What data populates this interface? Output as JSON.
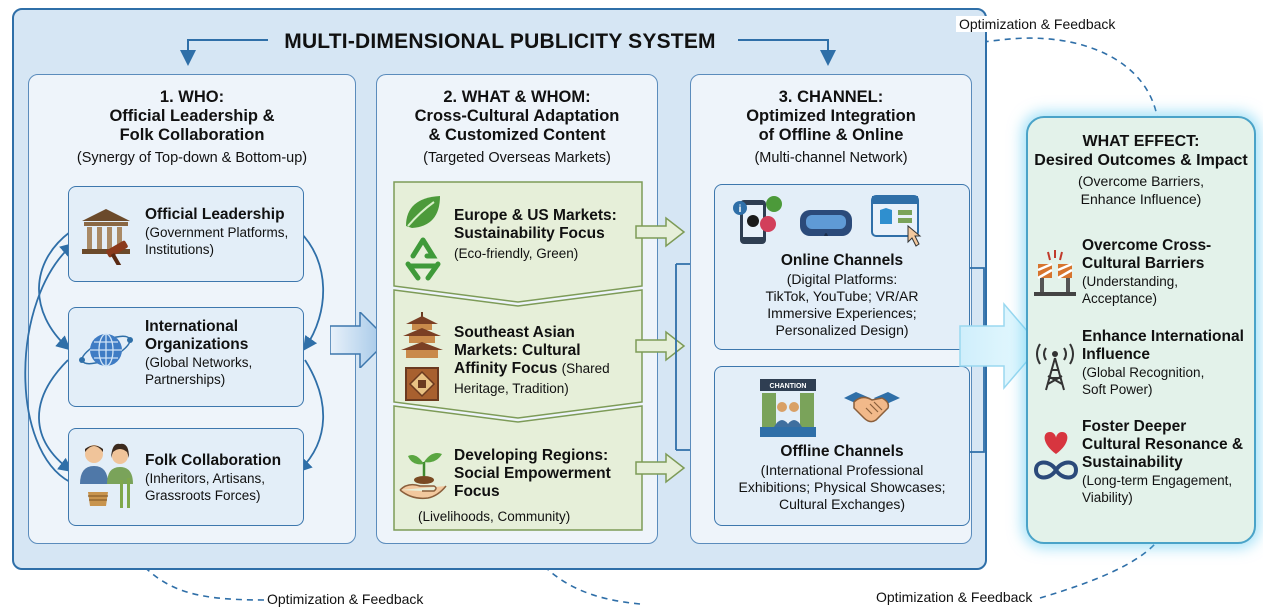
{
  "title": "MULTI-DIMENSIONAL PUBLICITY SYSTEM",
  "feedback_label": "Optimization & Feedback",
  "who": {
    "heading": [
      "1. WHO:",
      "Official Leadership &",
      "Folk Collaboration"
    ],
    "subtitle": "(Synergy of Top-down & Bottom-up)",
    "cards": [
      {
        "title": "Official Leadership",
        "text": [
          "(Government Platforms,",
          "Institutions)"
        ],
        "icon": "courthouse-gavel-icon"
      },
      {
        "title": "International Organizations",
        "title_lines": [
          "International",
          "Organizations"
        ],
        "text": [
          "(Global Networks,",
          "Partnerships)"
        ],
        "icon": "globe-network-icon"
      },
      {
        "title": "Folk Collaboration",
        "text": [
          "(Inheritors, Artisans,",
          "Grassroots Forces)"
        ],
        "icon": "artisans-icon"
      }
    ]
  },
  "what": {
    "heading": [
      "2. WHAT & WHOM:",
      "Cross-Cultural Adaptation",
      "& Customized Content"
    ],
    "subtitle": "(Targeted Overseas Markets)",
    "markets": [
      {
        "lines": [
          "Europe & US Markets:",
          "Sustainability Focus"
        ],
        "detail": "(Eco-friendly, Green)",
        "icon": "leaf-recycle-icon"
      },
      {
        "lines": [
          "Southeast Asian",
          "Markets: Cultural",
          "Affinity Focus"
        ],
        "detail_inline": "(Shared",
        "detail": "Heritage, Tradition)",
        "icon": "pagoda-icon"
      },
      {
        "lines": [
          "Developing Regions:",
          "Social Empowerment",
          "Focus"
        ],
        "detail": "(Livelihoods, Community)",
        "icon": "hand-sprout-icon"
      }
    ]
  },
  "channel": {
    "heading": [
      "3. CHANNEL:",
      "Optimized Integration",
      "of Offline & Online"
    ],
    "subtitle": "(Multi-channel Network)",
    "online": {
      "title": "Online Channels",
      "text": [
        "(Digital Platforms:",
        "TikTok, YouTube; VR/AR",
        "Immersive Experiences;",
        "Personalized Design)"
      ]
    },
    "offline": {
      "title": "Offline Channels",
      "sign": "CHANTION",
      "text": [
        "(International Professional",
        "Exhibitions; Physical Showcases;",
        "Cultural Exchanges)"
      ]
    }
  },
  "effect": {
    "heading": [
      "WHAT EFFECT:",
      "Desired Outcomes & Impact"
    ],
    "subtitle": [
      "(Overcome Barriers,",
      "Enhance Influence)"
    ],
    "items": [
      {
        "title": [
          "Overcome Cross-",
          "Cultural Barriers"
        ],
        "text": [
          "(Understanding,",
          "Acceptance)"
        ],
        "icon": "barrier-icon"
      },
      {
        "title": [
          "Enhance International",
          "Influence"
        ],
        "text": [
          "(Global Recognition,",
          "Soft Power)"
        ],
        "icon": "broadcast-tower-icon"
      },
      {
        "title": [
          "Foster Deeper",
          "Cultural Resonance &",
          "Sustainability"
        ],
        "text": [
          "(Long-term Engagement,",
          "Viability)"
        ],
        "icon": "heart-infinity-icon"
      }
    ]
  }
}
